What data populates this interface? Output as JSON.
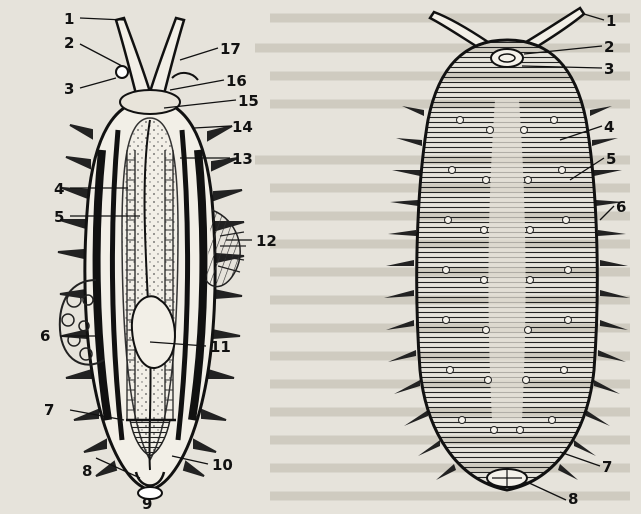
{
  "figure": {
    "left_labels": [
      "1",
      "2",
      "3",
      "4",
      "5",
      "6",
      "7",
      "8",
      "9",
      "10",
      "11",
      "12",
      "13",
      "14",
      "15",
      "16",
      "17"
    ],
    "right_labels": [
      "1",
      "2",
      "3",
      "4",
      "5",
      "6",
      "7",
      "8"
    ]
  }
}
